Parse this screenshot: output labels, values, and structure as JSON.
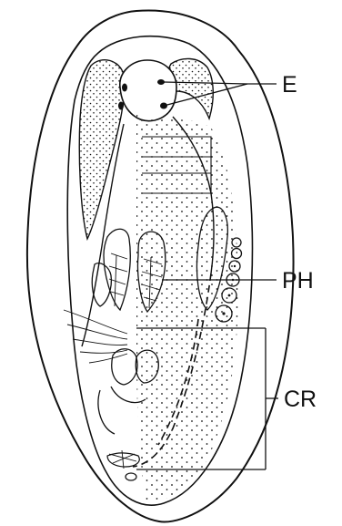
{
  "figure": {
    "labels": {
      "eyes": "E",
      "pharynx": "PH",
      "copulatory_region": "CR"
    },
    "colors": {
      "ink": "#111111",
      "background": "#ffffff"
    }
  }
}
